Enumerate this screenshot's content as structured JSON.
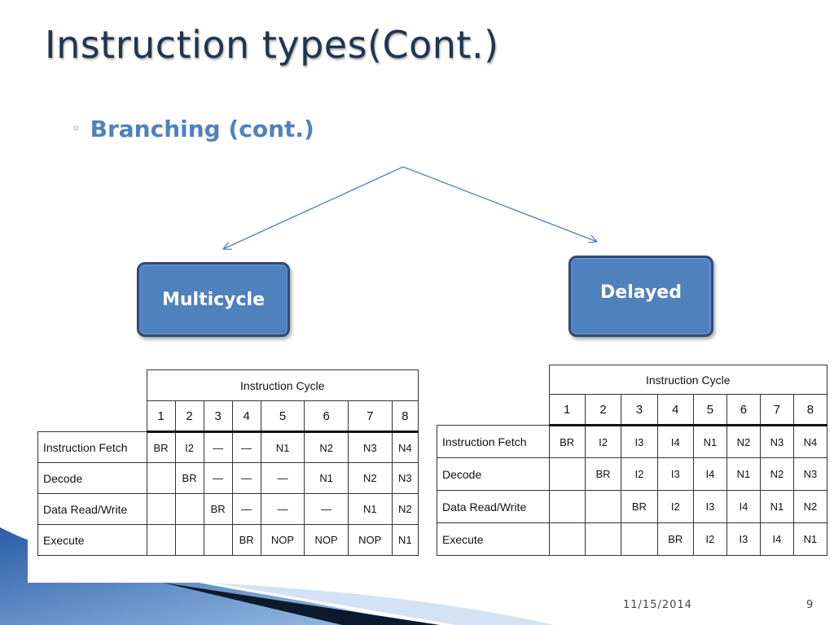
{
  "slide": {
    "title": "Instruction types(Cont.)",
    "bullet": "Branching (cont.)",
    "bullet_mark": "◦",
    "date": "11/15/2014",
    "page_number": "9"
  },
  "boxes": {
    "left": "Multicycle",
    "right": "Delayed"
  },
  "colors": {
    "title": "#1f3550",
    "bullet": "#4f81bd",
    "box_fill": "#4f81bd",
    "box_border": "#2c4d75",
    "arrow": "#4f81bd"
  },
  "tables": [
    {
      "header": "Instruction Cycle",
      "cycles": [
        "1",
        "2",
        "3",
        "4",
        "5",
        "6",
        "7",
        "8"
      ],
      "rows": [
        {
          "label": "Instruction Fetch",
          "cells": [
            "BR",
            "I2",
            "—",
            "—",
            "N1",
            "N2",
            "N3",
            "N4"
          ]
        },
        {
          "label": "Decode",
          "cells": [
            "",
            "BR",
            "—",
            "—",
            "—",
            "N1",
            "N2",
            "N3"
          ]
        },
        {
          "label": "Data Read/Write",
          "cells": [
            "",
            "",
            "BR",
            "—",
            "—",
            "—",
            "N1",
            "N2"
          ]
        },
        {
          "label": "Execute",
          "cells": [
            "",
            "",
            "",
            "BR",
            "NOP",
            "NOP",
            "NOP",
            "N1"
          ]
        }
      ]
    },
    {
      "header": "Instruction Cycle",
      "cycles": [
        "1",
        "2",
        "3",
        "4",
        "5",
        "6",
        "7",
        "8"
      ],
      "rows": [
        {
          "label": "Instruction Fetch",
          "cells": [
            "BR",
            "I2",
            "I3",
            "I4",
            "N1",
            "N2",
            "N3",
            "N4"
          ]
        },
        {
          "label": "Decode",
          "cells": [
            "",
            "BR",
            "I2",
            "I3",
            "I4",
            "N1",
            "N2",
            "N3"
          ]
        },
        {
          "label": "Data Read/Write",
          "cells": [
            "",
            "",
            "BR",
            "I2",
            "I3",
            "I4",
            "N1",
            "N2"
          ]
        },
        {
          "label": "Execute",
          "cells": [
            "",
            "",
            "",
            "BR",
            "I2",
            "I3",
            "I4",
            "N1"
          ]
        }
      ]
    }
  ]
}
